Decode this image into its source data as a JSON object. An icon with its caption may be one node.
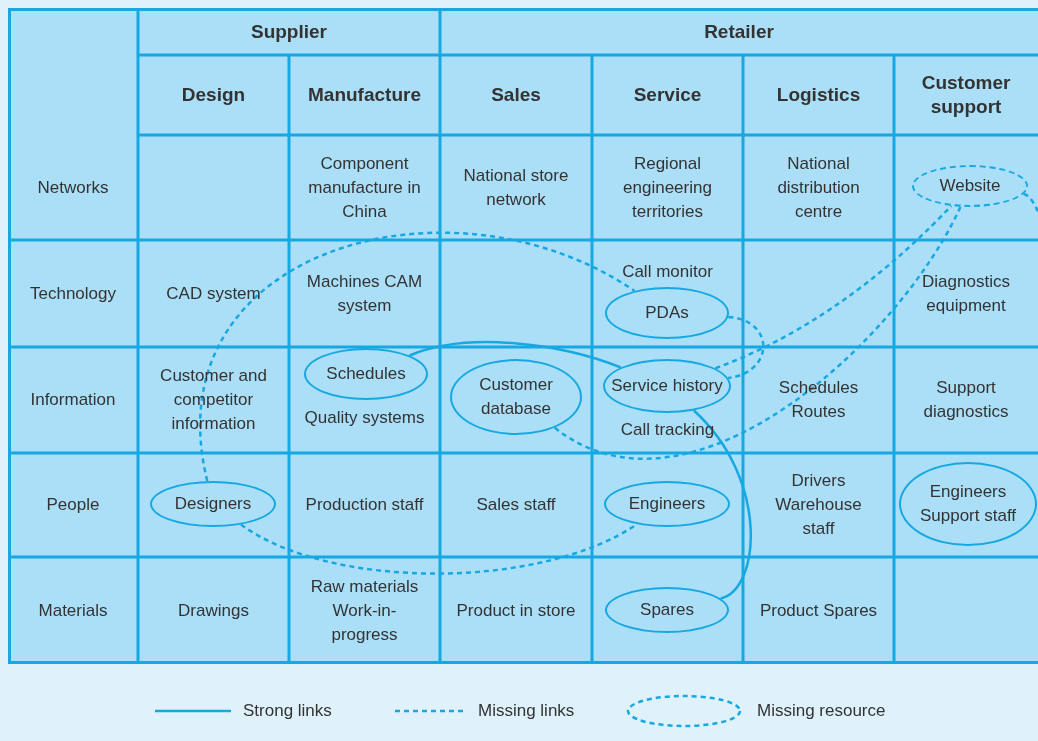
{
  "diagram": {
    "nodes": [
      {
        "text": [
          "Website"
        ]
      },
      {
        "text": [
          "PDAs"
        ]
      },
      {
        "text": [
          "Schedules"
        ]
      },
      {
        "text": [
          "Customer database"
        ]
      },
      {
        "text": [
          "Service history"
        ]
      },
      {
        "text": [
          "Designers"
        ]
      },
      {
        "text": [
          "Engineers"
        ]
      },
      {
        "text": [
          "Engineers Support staff"
        ]
      },
      {
        "text": [
          "Spares"
        ]
      }
    ],
    "edges": [
      {
        "from": 5,
        "to": 1,
        "arrow": "none",
        "style": "dashed"
      },
      {
        "from": 1,
        "to": 4,
        "arrow": "none",
        "style": "dashed"
      },
      {
        "from": 4,
        "to": 0,
        "arrow": "none",
        "style": "dashed"
      },
      {
        "from": 3,
        "to": 0,
        "arrow": "none",
        "style": "dashed"
      },
      {
        "from": 5,
        "to": 6,
        "arrow": "none",
        "style": "dashed"
      },
      {
        "from": 0,
        "to": null,
        "arrow": "none",
        "style": "dashed"
      },
      {
        "from": 2,
        "to": 4,
        "arrow": "none"
      },
      {
        "from": 4,
        "to": 8,
        "arrow": "none"
      }
    ],
    "labels": [
      "Supplier",
      "Retailer",
      "Design",
      "Manufacture",
      "Sales",
      "Service",
      "Logistics",
      "Customer support",
      "Networks",
      "Component manufacture in China",
      "National store network",
      "Regional engineering territories",
      "National distribution centre",
      "Technology",
      "CAD system",
      "Machines CAM system",
      "Call monitor",
      "Diagnostics equipment",
      "Information",
      "Customer and competitor information",
      "Quality systems",
      "Call tracking",
      "Schedules Routes",
      "Support diagnostics",
      "People",
      "Production staff",
      "Sales staff",
      "Drivers Warehouse staff",
      "Materials",
      "Drawings",
      "Raw materials Work-in-progress",
      "Product in store",
      "Product Spares"
    ],
    "legend": [
      {
        "text": "Strong links"
      },
      {
        "text": "Missing links"
      },
      {
        "text": "Missing resource"
      }
    ]
  }
}
